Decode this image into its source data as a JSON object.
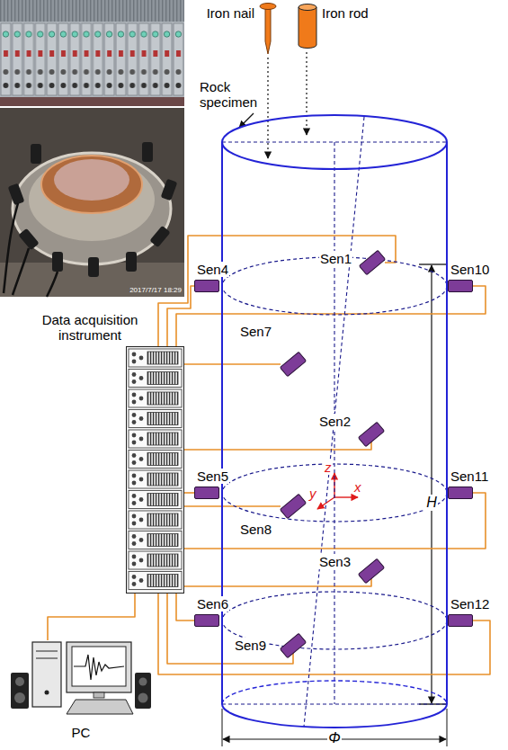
{
  "diagram": {
    "nodes": [
      {
        "text": [
          "Iron nail"
        ]
      },
      {
        "text": [
          "Iron rod"
        ]
      },
      {
        "text": [
          "Rock specimen"
        ]
      },
      {
        "text": [
          "Sen1"
        ],
        "in": 2
      },
      {
        "text": [
          "Sen4"
        ],
        "in": 2
      },
      {
        "text": [
          "Sen10"
        ],
        "in": 2
      },
      {
        "text": [
          "Sen7"
        ],
        "in": 2
      },
      {
        "text": [
          "Sen2"
        ],
        "in": 2
      },
      {
        "text": [
          "Sen5"
        ],
        "in": 2
      },
      {
        "text": [
          "Sen11"
        ],
        "in": 2
      },
      {
        "text": [
          "Sen8"
        ],
        "in": 2
      },
      {
        "text": [
          "Sen3"
        ],
        "in": 2
      },
      {
        "text": [
          "Sen6"
        ],
        "in": 2
      },
      {
        "text": [
          "Sen12"
        ],
        "in": 2
      },
      {
        "text": [
          "Sen9"
        ],
        "in": 2
      },
      {
        "text": [
          "Data acquisition instrument"
        ]
      },
      {
        "text": [
          "PC"
        ]
      }
    ],
    "edges": [
      {
        "from": 3,
        "to": 15,
        "arrow": "none"
      },
      {
        "from": 4,
        "to": 15,
        "arrow": "none"
      },
      {
        "from": 5,
        "to": 15,
        "arrow": "none"
      },
      {
        "from": 6,
        "to": 15,
        "arrow": "none"
      },
      {
        "from": 7,
        "to": 15,
        "arrow": "none"
      },
      {
        "from": 8,
        "to": 15,
        "arrow": "none"
      },
      {
        "from": 9,
        "to": 15,
        "arrow": "none"
      },
      {
        "from": 10,
        "to": 15,
        "arrow": "none"
      },
      {
        "from": 11,
        "to": 15,
        "arrow": "none"
      },
      {
        "from": 12,
        "to": 15,
        "arrow": "none"
      },
      {
        "from": 13,
        "to": 15,
        "arrow": "none"
      },
      {
        "from": 14,
        "to": 15,
        "arrow": "none"
      },
      {
        "from": 15,
        "to": 16,
        "arrow": "none"
      }
    ],
    "labels": [
      "z",
      "y",
      "x",
      "H",
      "Φ",
      "2017/7/17 18:29"
    ]
  }
}
